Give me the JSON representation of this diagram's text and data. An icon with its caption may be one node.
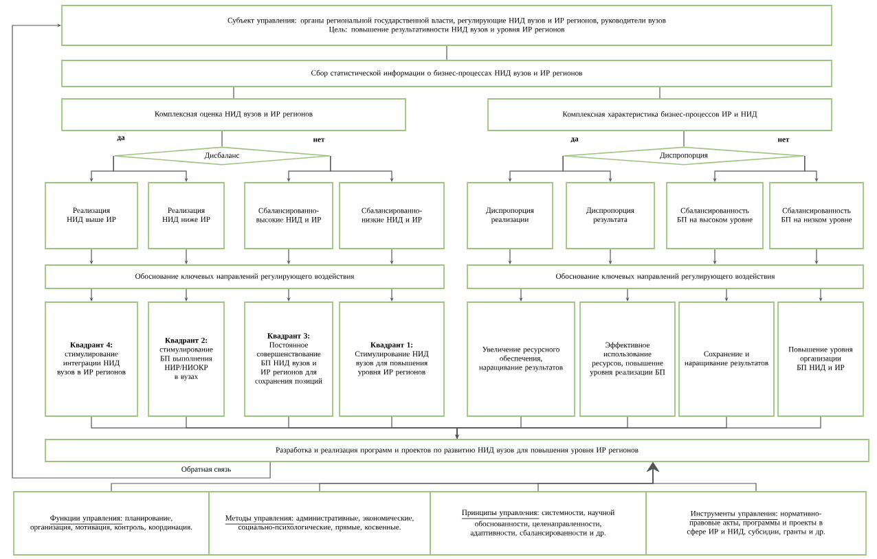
{
  "diagram": {
    "nodes": [
      {
        "text": [
          "Субъект управления: органы региональной государственной власти, регулирующие НИД вузов и ИР регионов, руководители вузов",
          "Цель: повышение результативности НИД вузов и уровня ИР регионов"
        ]
      },
      {
        "text": [
          "Сбор статистической информации о бизнес-процессах НИД вузов и ИР регионов"
        ]
      },
      {
        "text": [
          "Комплексная оценка НИД вузов и ИР регионов"
        ]
      },
      {
        "text": [
          "Комплексная характеристика бизнес-процессов ИР и НИД"
        ]
      },
      {
        "text": [
          "Дисбаланс"
        ]
      },
      {
        "text": [
          "Диспропорция"
        ]
      },
      {
        "text": [
          "Реализация НИД выше ИР"
        ]
      },
      {
        "text": [
          "Реализация НИД ниже ИР"
        ]
      },
      {
        "text": [
          "Сбалансированно-высокие НИД и ИР"
        ]
      },
      {
        "text": [
          "Сбалансированно-низкие НИД и ИР"
        ]
      },
      {
        "text": [
          "Диспропорция реализации"
        ]
      },
      {
        "text": [
          "Диспропорция результата"
        ]
      },
      {
        "text": [
          "Сбалансированность БП на высоком уровне"
        ]
      },
      {
        "text": [
          "Сбалансированность БП на низком уровне"
        ]
      },
      {
        "text": [
          "Обоснование ключевых направлений регулирующего воздействия"
        ]
      },
      {
        "text": [
          "Обоснование ключевых направлений регулирующего воздействия"
        ]
      },
      {
        "text": [
          "Квадрант 4:",
          "стимулирование интеграции НИД вузов в ИР регионов"
        ]
      },
      {
        "text": [
          "Квадрант 2:",
          "стимулирование БП выполнения НИР/НИОКР в вузах"
        ]
      },
      {
        "text": [
          "Квадрант 3:",
          "Постоянное совершенствование БП НИД вузов и ИР регионов для сохранения позиций"
        ]
      },
      {
        "text": [
          "Квадрант 1:",
          "Стимулирование НИД вузов для повышения уровня ИР регионов"
        ]
      },
      {
        "text": [
          "Увеличение ресурсного обеспечения, наращивание результатов"
        ]
      },
      {
        "text": [
          "Эффективное использование ресурсов, повышение уровня реализации БП"
        ]
      },
      {
        "text": [
          "Сохранение и наращивание результатов"
        ]
      },
      {
        "text": [
          "Повышение уровня организации БП НИД и ИР"
        ]
      },
      {
        "text": [
          "Разработка и реализация программ и проектов по развитию НИД вузов для повышения уровня ИР регионов"
        ]
      },
      {
        "text": [
          "Функции управления:",
          "планирование, организация, мотивация, контроль, координация."
        ]
      },
      {
        "text": [
          "Методы управления:",
          "административные, экономические, социально-психологические, прямые, косвенные."
        ]
      },
      {
        "text": [
          "Принципы управления:",
          "системности, научной обоснованности, целенаправленности, адаптивности, сбалансированности и др."
        ]
      },
      {
        "text": [
          "Инструменты управления:",
          "нормативно-правовые акты, программы и проекты в сфере ИР и НИД, субсидии, гранты и др."
        ]
      }
    ],
    "edges": [
      {
        "from": 0,
        "to": 1,
        "arrow": "none"
      },
      {
        "from": 1,
        "to": 2,
        "arrow": "none"
      },
      {
        "from": 1,
        "to": 3,
        "arrow": "none"
      },
      {
        "from": 2,
        "to": 4,
        "arrow": "none"
      },
      {
        "from": 3,
        "to": 5,
        "arrow": "none"
      },
      {
        "from": 4,
        "to": 6,
        "arrow": "to"
      },
      {
        "from": 4,
        "to": 7,
        "arrow": "to"
      },
      {
        "from": 4,
        "to": 8,
        "arrow": "to"
      },
      {
        "from": 4,
        "to": 9,
        "arrow": "to"
      },
      {
        "from": 5,
        "to": 10,
        "arrow": "to"
      },
      {
        "from": 5,
        "to": 11,
        "arrow": "to"
      },
      {
        "from": 5,
        "to": 12,
        "arrow": "to"
      },
      {
        "from": 5,
        "to": 13,
        "arrow": "to"
      },
      {
        "from": 6,
        "to": 14,
        "arrow": "to"
      },
      {
        "from": 7,
        "to": 14,
        "arrow": "to"
      },
      {
        "from": 8,
        "to": 14,
        "arrow": "to"
      },
      {
        "from": 9,
        "to": 14,
        "arrow": "to"
      },
      {
        "from": 10,
        "to": 15,
        "arrow": "to"
      },
      {
        "from": 11,
        "to": 15,
        "arrow": "to"
      },
      {
        "from": 12,
        "to": 15,
        "arrow": "to"
      },
      {
        "from": 13,
        "to": 15,
        "arrow": "to"
      },
      {
        "from": 14,
        "to": 16,
        "arrow": "to"
      },
      {
        "from": 14,
        "to": 17,
        "arrow": "to"
      },
      {
        "from": 14,
        "to": 18,
        "arrow": "to"
      },
      {
        "from": 14,
        "to": 19,
        "arrow": "to"
      },
      {
        "from": 15,
        "to": 20,
        "arrow": "to"
      },
      {
        "from": 15,
        "to": 21,
        "arrow": "to"
      },
      {
        "from": 15,
        "to": 22,
        "arrow": "to"
      },
      {
        "from": 15,
        "to": 23,
        "arrow": "to"
      },
      {
        "from": 16,
        "to": 24,
        "arrow": "to"
      },
      {
        "from": 17,
        "to": 24,
        "arrow": "to"
      },
      {
        "from": 18,
        "to": 24,
        "arrow": "to"
      },
      {
        "from": 19,
        "to": 24,
        "arrow": "to"
      },
      {
        "from": 20,
        "to": 24,
        "arrow": "to"
      },
      {
        "from": 21,
        "to": 24,
        "arrow": "to"
      },
      {
        "from": 22,
        "to": 24,
        "arrow": "to"
      },
      {
        "from": 23,
        "to": 24,
        "arrow": "to"
      },
      {
        "from": 24,
        "to": 0,
        "arrow": "to",
        "label": "Обратная связь"
      },
      {
        "from": 25,
        "to": 24,
        "arrow": "to"
      },
      {
        "from": 26,
        "to": 24,
        "arrow": "to"
      },
      {
        "from": 27,
        "to": 24,
        "arrow": "to"
      },
      {
        "from": 28,
        "to": 24,
        "arrow": "to"
      }
    ],
    "labels": [
      "да",
      "нет",
      "да",
      "нет"
    ]
  }
}
